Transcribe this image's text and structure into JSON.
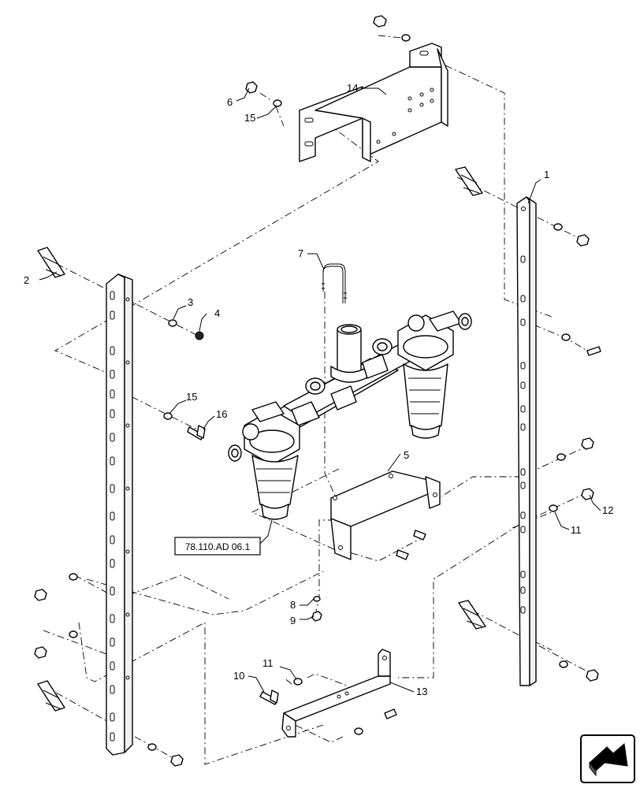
{
  "callouts": {
    "c1": "1",
    "c2": "2",
    "c3": "3",
    "c4": "4",
    "c5": "5",
    "c6": "6",
    "c7": "7",
    "c8": "8",
    "c9": "9",
    "c10": "10",
    "c11a": "11",
    "c11b": "11",
    "c12": "12",
    "c13": "13",
    "c14": "14",
    "c15a": "15",
    "c15b": "15",
    "c16": "16"
  },
  "reference_box": {
    "label": "78.110.AD 06.1"
  },
  "icons": {
    "corner": "navigation-arrow-icon"
  }
}
